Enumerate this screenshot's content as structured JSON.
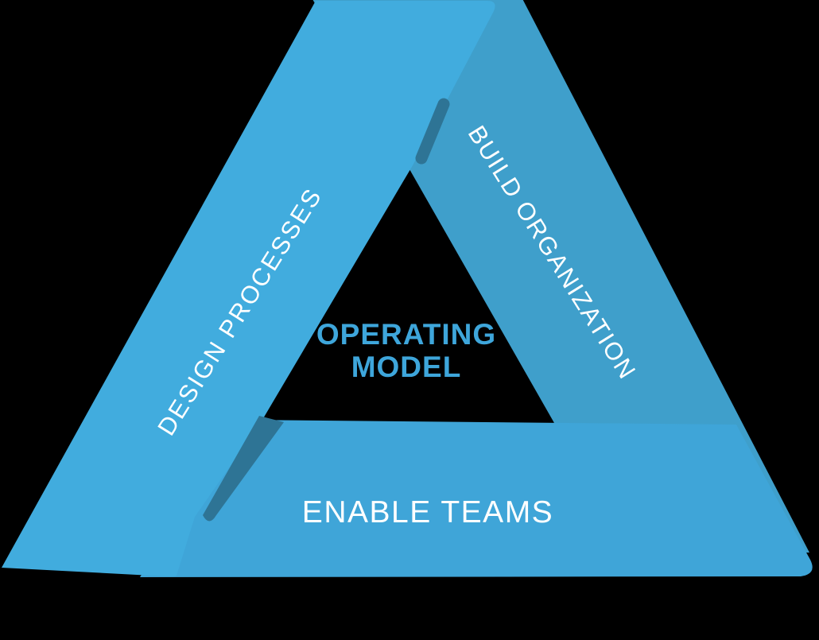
{
  "diagram": {
    "center_title": {
      "line1": "OPERATING",
      "line2": "MODEL"
    },
    "sides": [
      {
        "position": "left",
        "label": "DESIGN PROCESSES"
      },
      {
        "position": "right",
        "label": "BUILD ORGANIZATION"
      },
      {
        "position": "bottom",
        "label": "ENABLE TEAMS"
      }
    ],
    "colors": {
      "background": "#000000",
      "left_band": "#41ACDE",
      "right_band": "#3F9FCB",
      "bottom_band": "#3FA5D8",
      "fold_shadow": "#2E7495",
      "title_text": "#3EA6DB",
      "label_text": "#FFFFFF"
    }
  }
}
